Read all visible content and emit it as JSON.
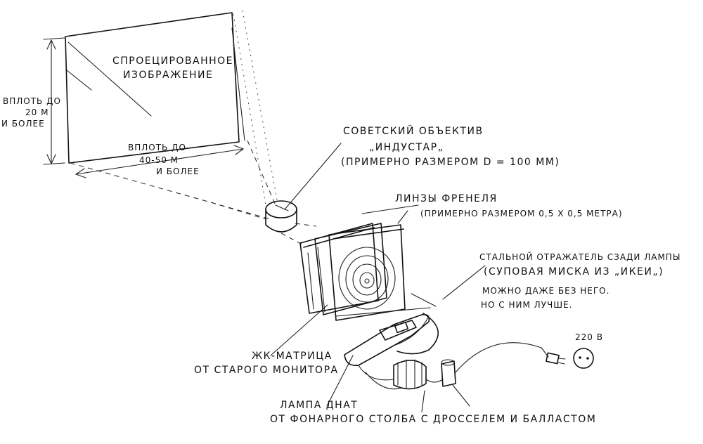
{
  "labels": {
    "projected_image_1": "СПРОЕЦИРОВАННОЕ",
    "projected_image_2": "ИЗОБРАЖЕНИЕ",
    "height_1": "ВПЛОТЬ ДО",
    "height_2": "20 М",
    "height_3": "И БОЛЕЕ",
    "width_1": "ВПЛОТЬ ДО",
    "width_2": "40-50 М",
    "width_3": "И БОЛЕЕ",
    "lens_1": "СОВЕТСКИЙ ОБЪЕКТИВ",
    "lens_2": "„ИНДУСТАР„",
    "lens_3": "(ПРИМЕРНО РАЗМЕРОМ D = 100 ММ)",
    "fresnel_1": "ЛИНЗЫ ФРЕНЕЛЯ",
    "fresnel_2": "(ПРИМЕРНО РАЗМЕРОМ 0,5 Х 0,5 МЕТРА)",
    "reflector_1": "СТАЛЬНОЙ ОТРАЖАТЕЛЬ СЗАДИ ЛАМПЫ",
    "reflector_2": "(СУПОВАЯ МИСКА ИЗ „ИКЕИ„)",
    "reflector_3": "МОЖНО ДАЖЕ БЕЗ НЕГО.",
    "reflector_4": "НО С НИМ ЛУЧШЕ.",
    "lcd_1": "ЖК-МАТРИЦА",
    "lcd_2": "ОТ СТАРОГО МОНИТОРА",
    "voltage": "220 В",
    "lamp_1": "ЛАМПА ДНАТ",
    "lamp_2": "ОТ ФОНАРНОГО СТОЛБА С ДРОССЕЛЕМ И БАЛЛАСТОМ"
  }
}
